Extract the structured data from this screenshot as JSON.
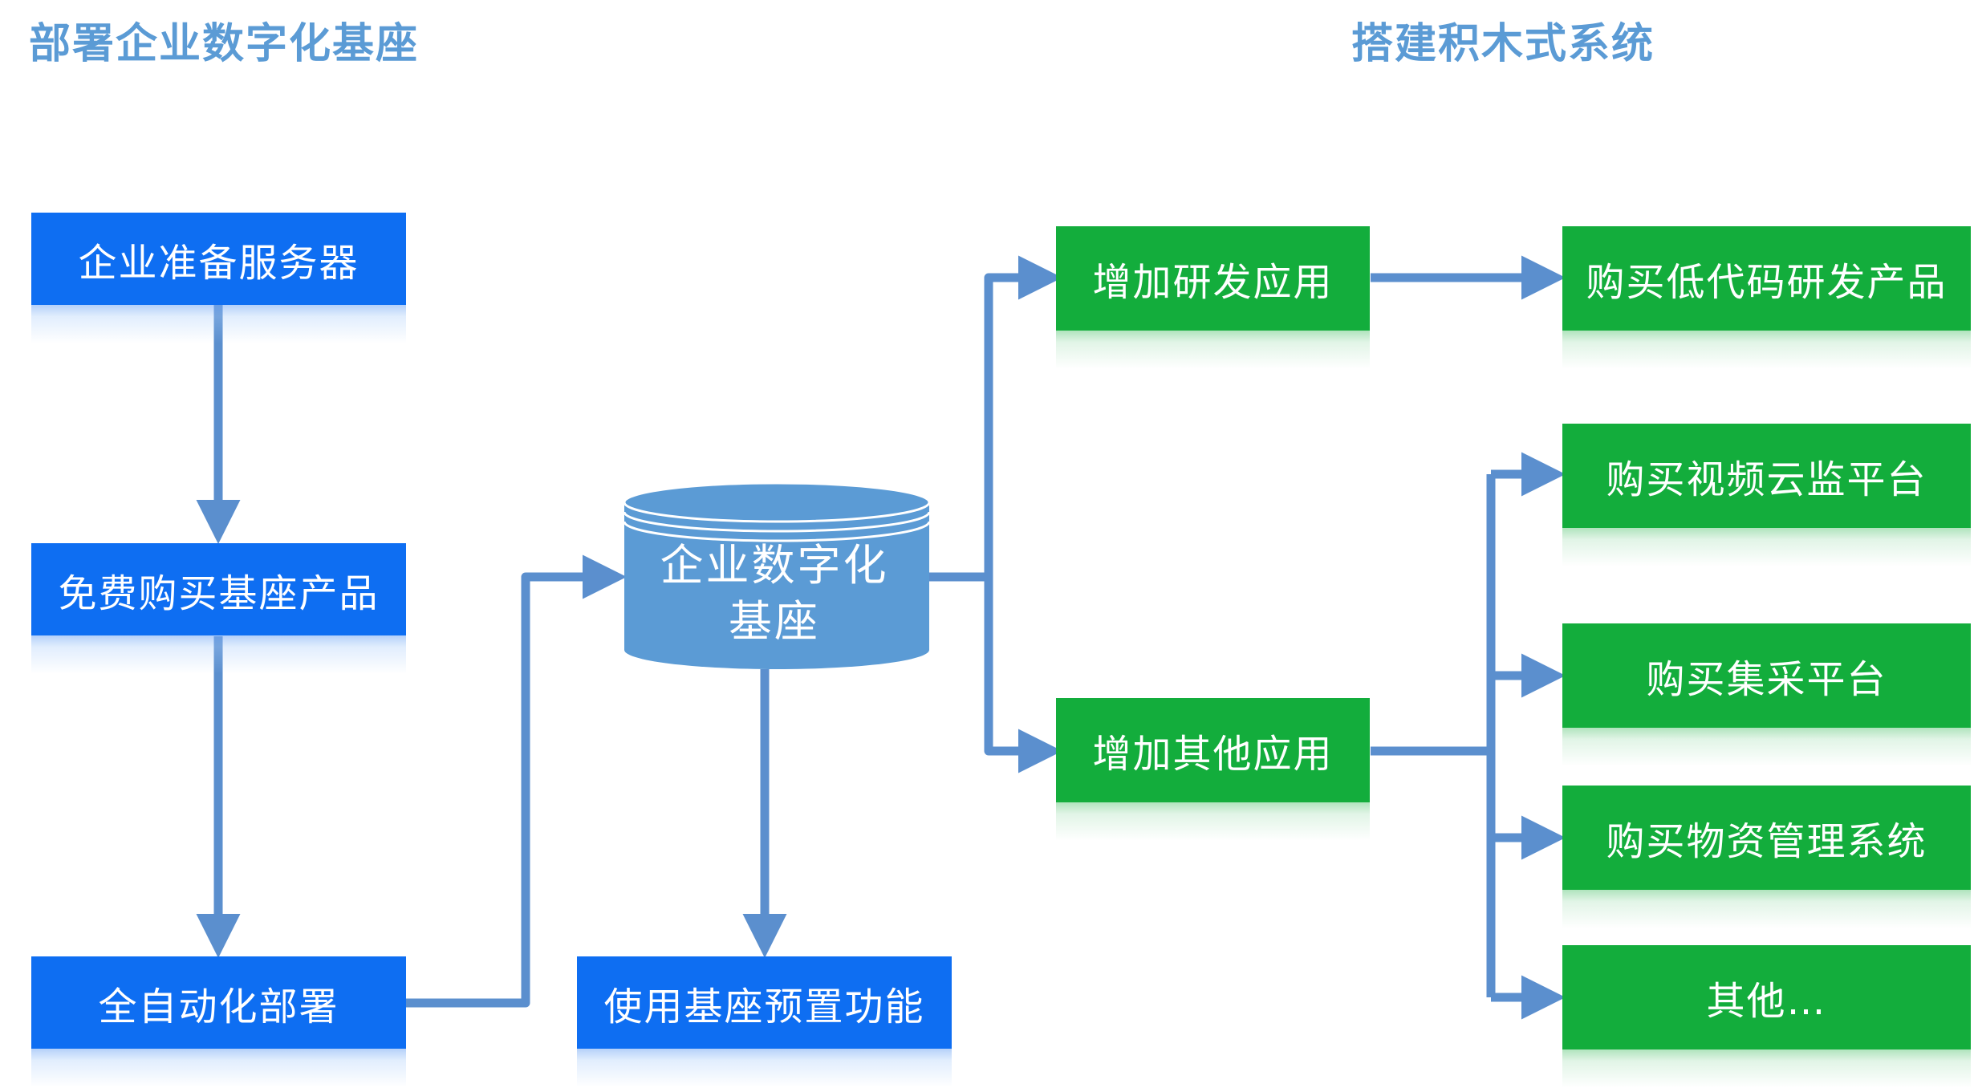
{
  "titles": {
    "left": "部署企业数字化基座",
    "right": "搭建积木式系统"
  },
  "colors": {
    "title": "#5b9bd5",
    "blue_box": "#0e6ef2",
    "green_box": "#13ad3c",
    "arrow": "#5b8fce",
    "cylinder": "#5b9bd5"
  },
  "steps": {
    "prepare_server": "企业准备服务器",
    "buy_base": "免费购买基座产品",
    "auto_deploy": "全自动化部署",
    "use_preset": "使用基座预置功能"
  },
  "base": {
    "line1": "企业数字化",
    "line2": "基座"
  },
  "apps": {
    "add_rd": "增加研发应用",
    "add_other": "增加其他应用"
  },
  "purchases": {
    "low_code": "购买低代码研发产品",
    "video_cloud": "购买视频云监平台",
    "procurement": "购买集采平台",
    "materials": "购买物资管理系统",
    "others": "其他…"
  }
}
